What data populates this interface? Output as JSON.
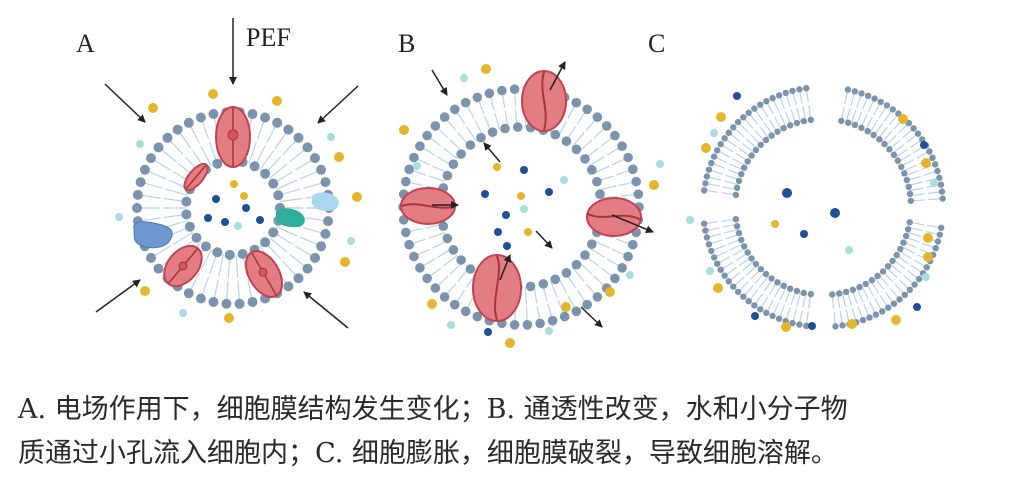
{
  "panels": {
    "a": {
      "label": "A"
    },
    "b": {
      "label": "B"
    },
    "c": {
      "label": "C"
    }
  },
  "pef_label": "PEF",
  "caption": {
    "line1": "A. 电场作用下，细胞膜结构发生变化；B. 通透性改变，水和小分子物",
    "line2": "质通过小孔流入细胞内；C. 细胞膨胀，细胞膜破裂，导致细胞溶解。"
  },
  "colors": {
    "lipid_head": "#7b93ad",
    "lipid_tail": "#b9d3ea",
    "pore_fill": "#e27d84",
    "pore_dark": "#c2434f",
    "protein_blue": "#6d97cf",
    "protein_teal": "#2fae9c",
    "protein_light": "#a9d7ee",
    "dot_yellow": "#e5b52c",
    "dot_cyan": "#a8dde0",
    "dot_navy": "#1f4f94",
    "arrow": "#222222"
  }
}
